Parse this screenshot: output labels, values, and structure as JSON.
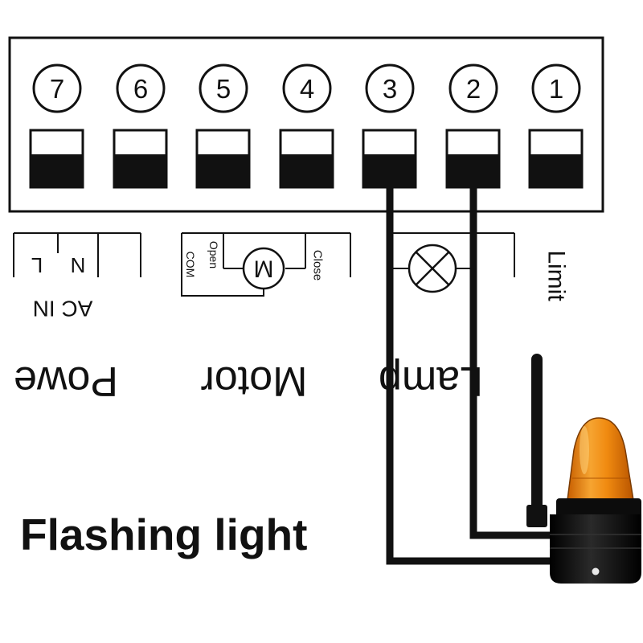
{
  "terminals": [
    "7",
    "6",
    "5",
    "4",
    "3",
    "2",
    "1"
  ],
  "labels": {
    "l": "L",
    "n": "N",
    "ac_in": "AC IN",
    "open": "Open",
    "com": "COM",
    "motor_symbol": "M",
    "close": "Close",
    "limit": "Limit",
    "power": "Powe",
    "motor": "Motor",
    "lamp": "Lamp"
  },
  "title": "Flashing light",
  "colors": {
    "lamp_dome": "#f08a10",
    "lamp_base": "#0c0c0c",
    "wire": "#111111"
  }
}
